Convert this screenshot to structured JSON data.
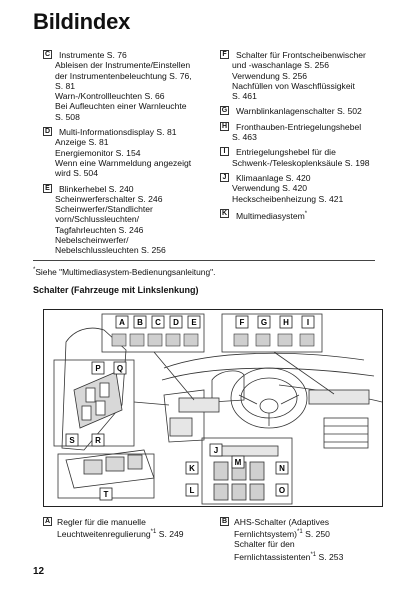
{
  "page_title": "Bildindex",
  "left_entries": [
    {
      "label": "C",
      "lines": [
        "Instrumente S. 76",
        "Ableisen der Instrumente/Einstellen",
        "der Instrumentenbeleuchtung S. 76,",
        "S. 81",
        "Warn-/Kontrollleuchten S. 66",
        "Bei Aufleuchten einer Warnleuchte",
        "S. 508"
      ]
    },
    {
      "label": "D",
      "lines": [
        "Multi-Informationsdisplay S. 81",
        "Anzeige S. 81",
        "Energiemonitor S. 154",
        "Wenn eine Warnmeldung angezeigt",
        "wird S. 504"
      ]
    },
    {
      "label": "E",
      "lines": [
        "Blinkerhebel S. 240",
        "Scheinwerferschalter S. 246",
        "Scheinwerfer/Standlichter",
        "vorn/Schlussleuchten/",
        "Tagfahrleuchten S. 246",
        "Nebelscheinwerfer/",
        "Nebelschlussleuchten S. 256"
      ]
    }
  ],
  "right_entries": [
    {
      "label": "F",
      "lines": [
        "Schalter für Frontscheibenwischer",
        "und -waschanlage S. 256",
        "Verwendung S. 256",
        "Nachfüllen von Waschflüssigkeit",
        "S. 461"
      ]
    },
    {
      "label": "G",
      "lines": [
        "Warnblinkanlagenschalter S. 502"
      ]
    },
    {
      "label": "H",
      "lines": [
        "Fronthauben-Entriegelungshebel",
        "S. 463"
      ]
    },
    {
      "label": "I",
      "lines": [
        "Entriegelungshebel für die",
        "Schwenk-/Teleskoplenksäule S. 198"
      ]
    },
    {
      "label": "J",
      "lines": [
        "Klimaanlage S. 420",
        "Verwendung S. 420",
        "Heckscheibenheizung S. 421"
      ]
    },
    {
      "label": "K",
      "lines": [
        "Multimediasystem"
      ]
    }
  ],
  "footnote": "Siehe \"Multimediasystem-Bedienungsanleitung\".",
  "section_heading": "Schalter (Fahrzeuge mit Linkslenkung)",
  "figure_labels": {
    "top": [
      "A",
      "B",
      "C",
      "D",
      "E"
    ],
    "top_right": [
      "F",
      "G",
      "H",
      "I"
    ],
    "left_top": [
      "P",
      "Q"
    ],
    "left_bottom": [
      "S",
      "R"
    ],
    "seat": [
      "T"
    ],
    "console": [
      "J",
      "K",
      "M",
      "N",
      "L",
      "O"
    ]
  },
  "bottom_entries": [
    {
      "label": "A",
      "lines": [
        "Regler für die manuelle",
        "Leuchtweitenregulierung"
      ],
      "sup": "*1",
      "ref": " S. 249"
    },
    {
      "label": "B",
      "lines": [
        "AHS-Schalter (Adaptives",
        "Fernlichtsystem)"
      ],
      "sup": "*1",
      "ref": " S. 250",
      "extra": [
        "Schalter für den",
        "Fernlichtassistenten"
      ],
      "extra_sup": "*1",
      "extra_ref": " S. 253"
    }
  ],
  "page_number": "12"
}
